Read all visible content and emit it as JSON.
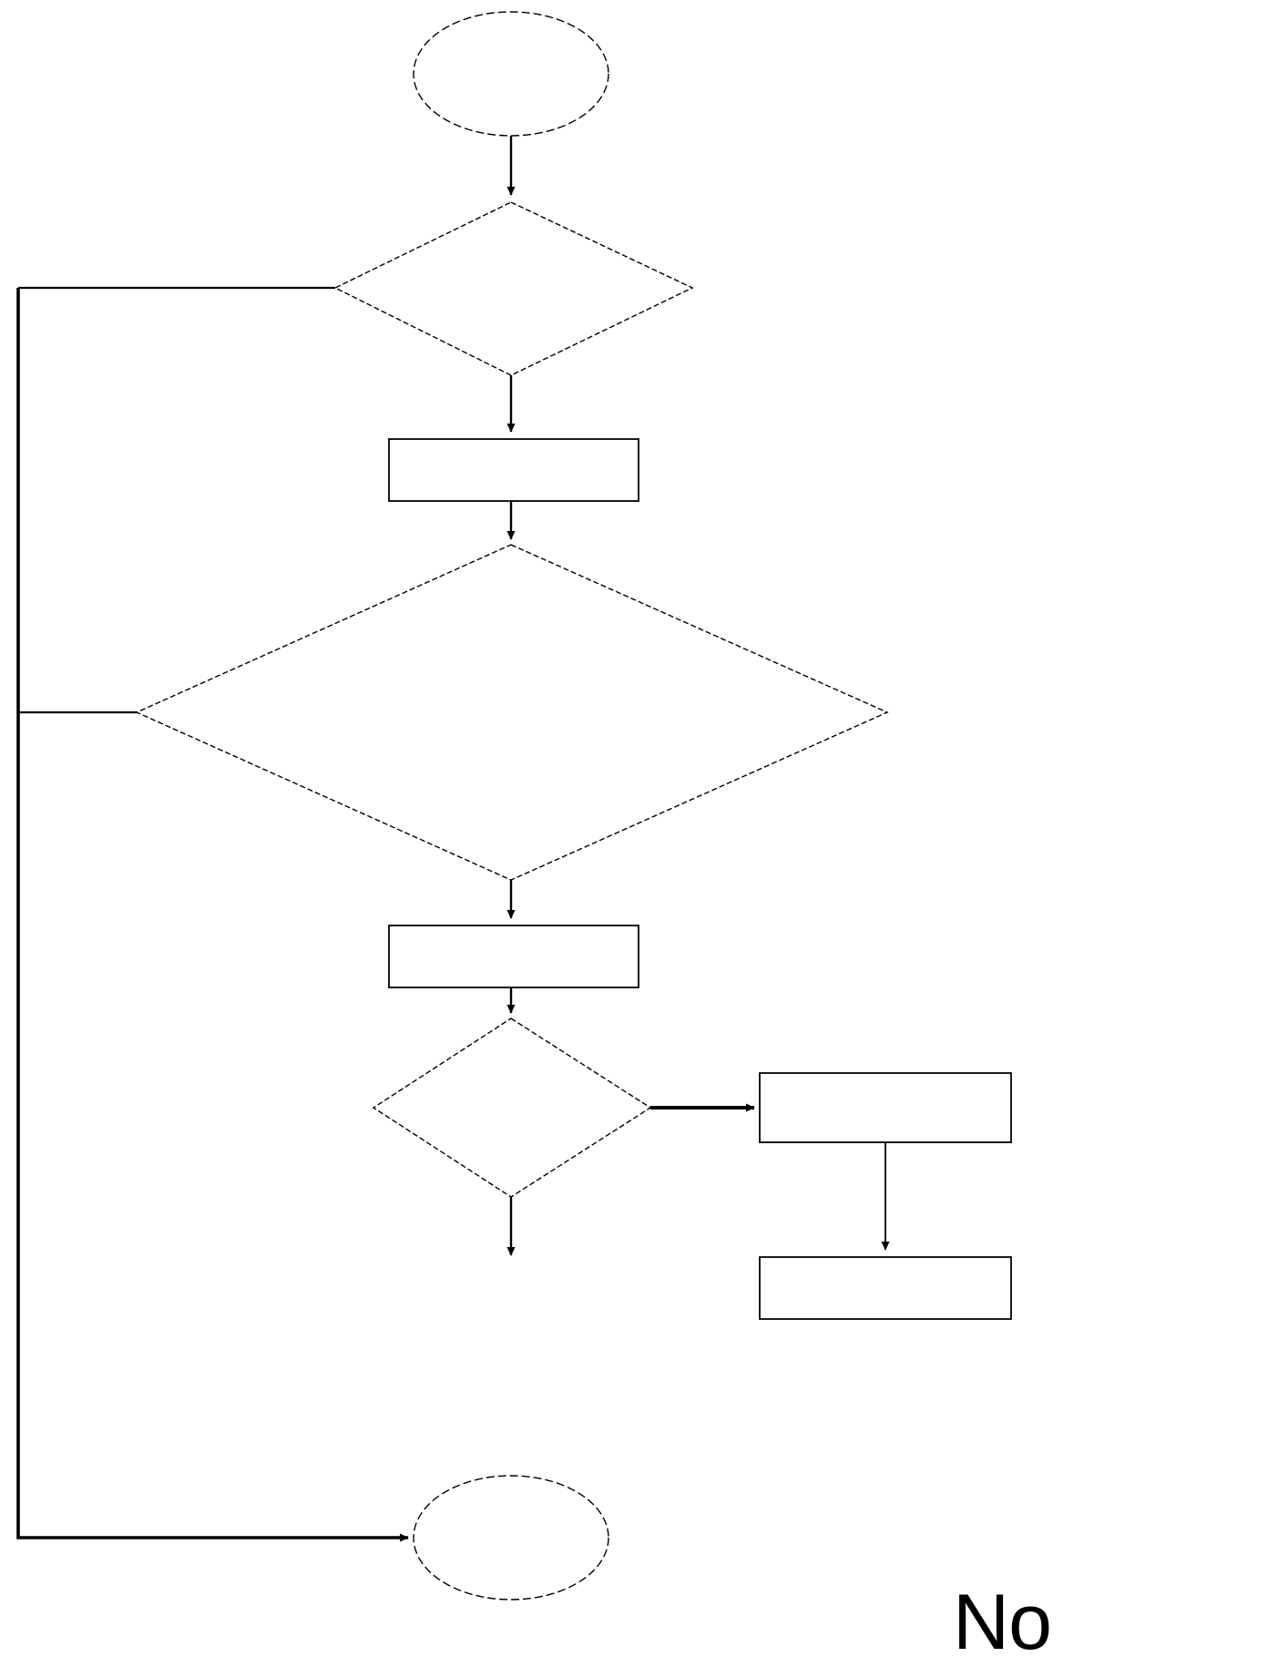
{
  "diagram": {
    "title": "",
    "background_color": "#ffffff",
    "stroke_color": "#000000",
    "nodes": [
      {
        "id": "start",
        "type": "terminator",
        "label": ""
      },
      {
        "id": "decision-1",
        "type": "decision",
        "label": ""
      },
      {
        "id": "process-1",
        "type": "process",
        "label": ""
      },
      {
        "id": "decision-2",
        "type": "decision",
        "label": ""
      },
      {
        "id": "process-2",
        "type": "process",
        "label": ""
      },
      {
        "id": "decision-3",
        "type": "decision",
        "label": ""
      },
      {
        "id": "process-3",
        "type": "process",
        "label": ""
      },
      {
        "id": "process-4",
        "type": "process",
        "label": ""
      },
      {
        "id": "end",
        "type": "terminator",
        "label": ""
      }
    ],
    "edges": [
      {
        "from": "start",
        "to": "decision-1",
        "label": ""
      },
      {
        "from": "decision-1",
        "to": "process-1",
        "label": ""
      },
      {
        "from": "decision-1",
        "to": "end",
        "label": ""
      },
      {
        "from": "process-1",
        "to": "decision-2",
        "label": ""
      },
      {
        "from": "decision-2",
        "to": "process-2",
        "label": ""
      },
      {
        "from": "decision-2",
        "to": "end",
        "label": ""
      },
      {
        "from": "process-2",
        "to": "decision-3",
        "label": ""
      },
      {
        "from": "decision-3",
        "to": "process-3",
        "label": ""
      },
      {
        "from": "decision-3",
        "to": "end",
        "label": ""
      },
      {
        "from": "process-3",
        "to": "process-4",
        "label": ""
      }
    ],
    "annotations": [
      {
        "id": "no-label",
        "text": "No"
      }
    ]
  }
}
